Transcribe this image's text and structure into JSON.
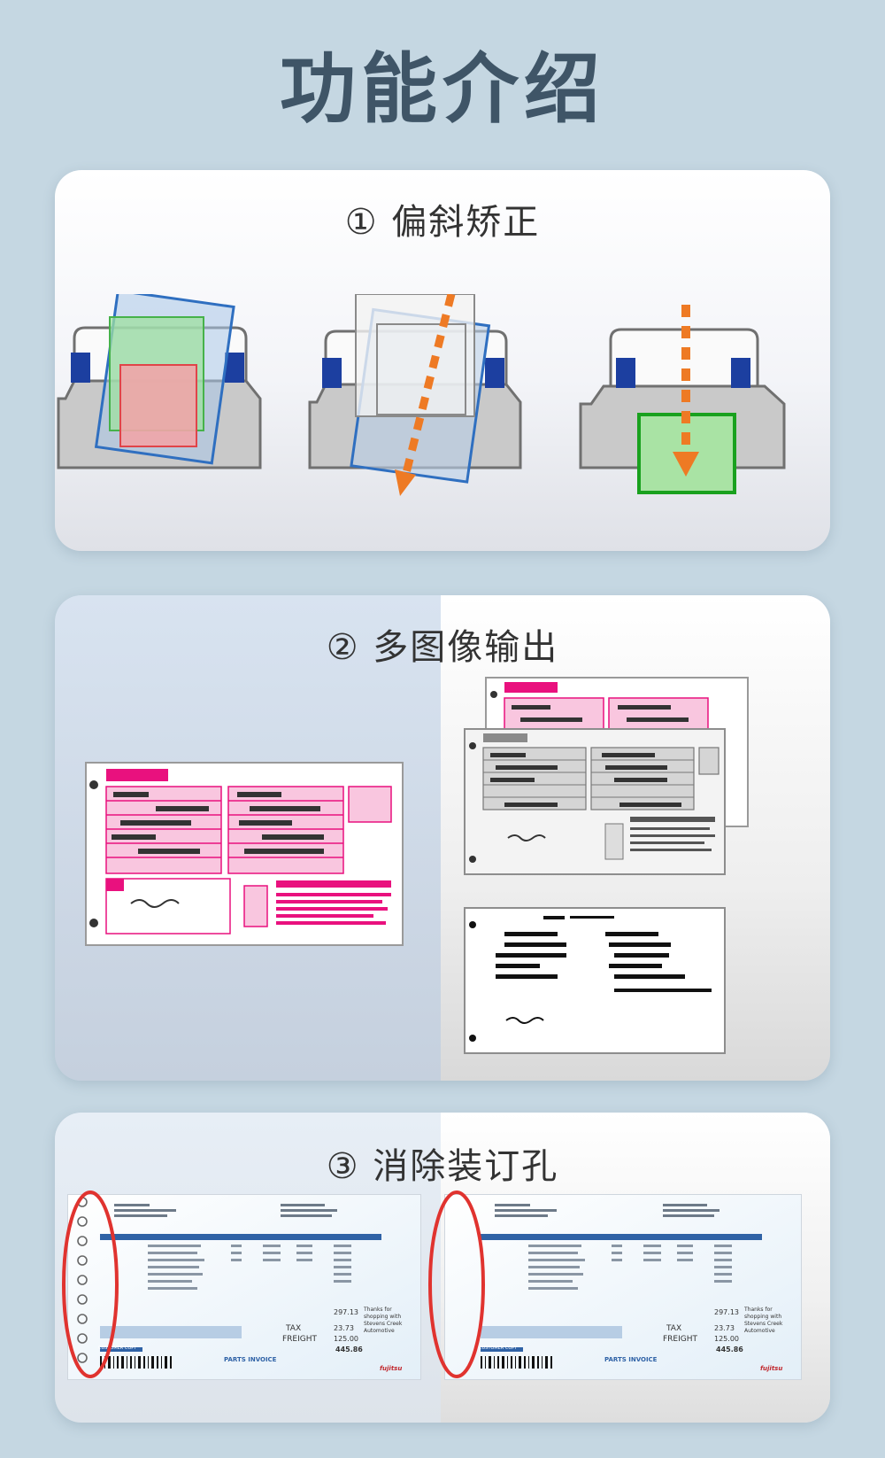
{
  "page": {
    "title": "功能介绍"
  },
  "features": [
    {
      "title": "① 偏斜矫正"
    },
    {
      "title": "② 多图像输出"
    },
    {
      "title": "③ 消除装订孔"
    }
  ],
  "invoice": {
    "tax_label": "TAX",
    "freight_label": "FREIGHT",
    "subtotal": "297.13",
    "tax": "23.73",
    "freight": "125.00",
    "total": "445.86",
    "thanks": "Thanks for shopping with Stevens Creek Automotive",
    "customer_copy": "CUSTOMER COPY",
    "parts_invoice": "PARTS INVOICE",
    "brand": "fujitsu"
  },
  "colors": {
    "accent_orange": "#ee7a24",
    "scanner_blue": "#1c3fa0",
    "form_pink": "#e9117e",
    "hole_circle_red": "#e0332f"
  }
}
